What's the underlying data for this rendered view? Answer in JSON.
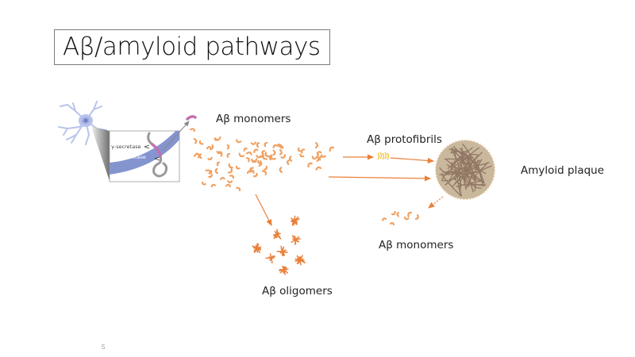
{
  "slide": {
    "title": "Aβ/amyloid pathways",
    "page_number": "5"
  },
  "labels": {
    "monomers_top": "Aβ monomers",
    "protofibrils": "Aβ protofibrils",
    "plaque": "Amyloid plaque",
    "monomers_bottom": "Aβ monomers",
    "oligomers": "Aβ oligomers"
  },
  "inset": {
    "gamma_secretase": "γ-secretase",
    "beta_secretase": "β-secretase"
  },
  "colors": {
    "peptide": "#f0a060",
    "arrow": "#e8803a",
    "membrane": "#8494cf",
    "neuron": "#b8c4ea",
    "abeta_fragment": "#c070b0",
    "plaque_fill": "#c9b89c",
    "plaque_strands": "#8c7060",
    "protofibril": "#f2c84a"
  }
}
